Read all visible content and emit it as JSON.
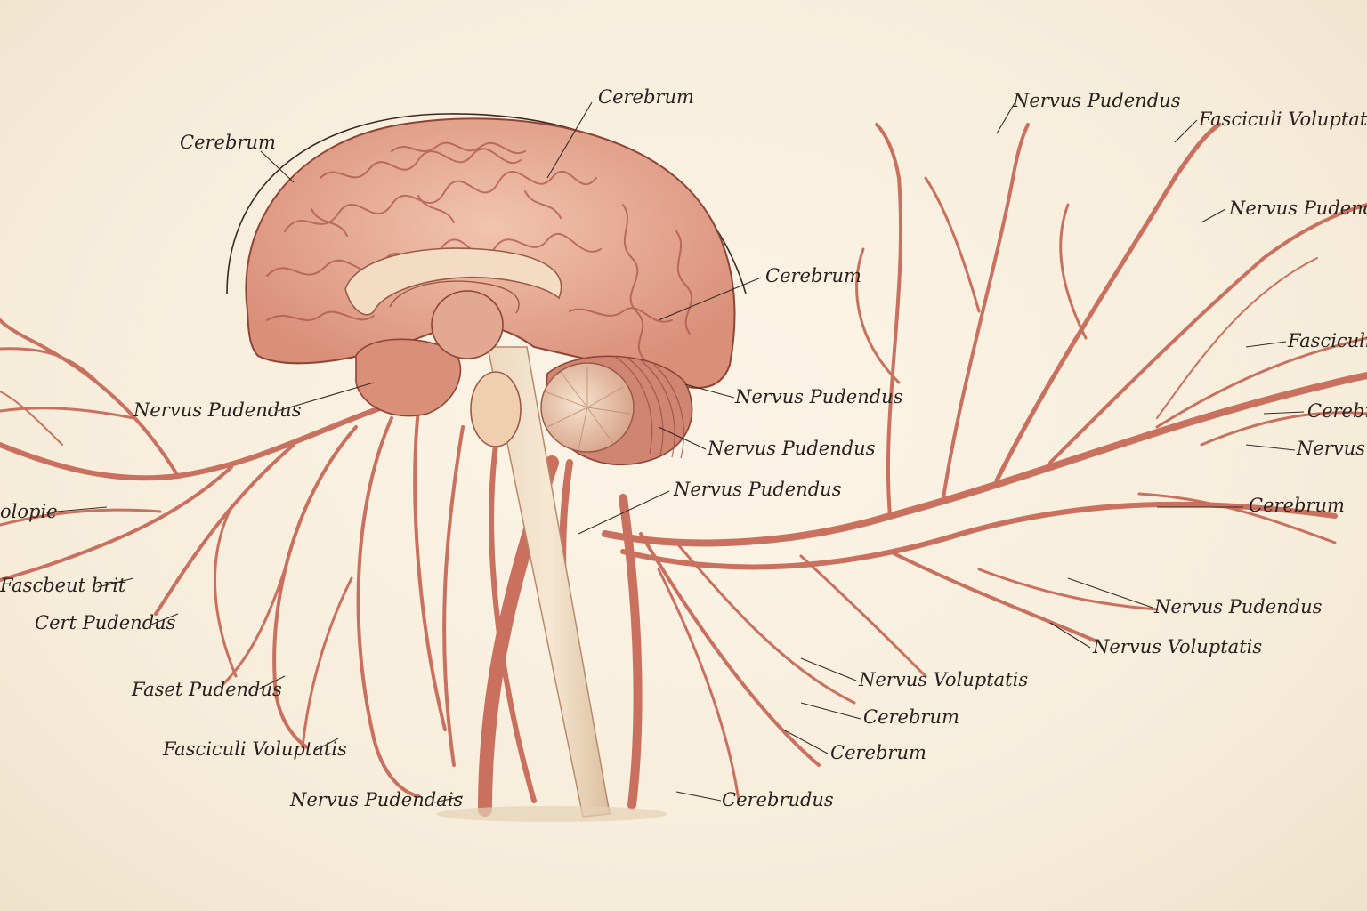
{
  "colors": {
    "paper": "#f8efdf",
    "nerve": "#c9705f",
    "nerve_dark": "#8e4437",
    "brain": "#e3a18c",
    "ink": "#2b211d"
  },
  "labels": {
    "cerebrum_top": "Cerebrum",
    "cerebrum_left": "Cerebrum",
    "cerebrum_mid": "Cerebrum",
    "nervus_pudendus_top_right": "Nervus Pudendus",
    "fasciculi_voluptatis_top_right": "Fasciculi Voluptatis",
    "nervus_pudendus_right_1": "Nervus Pudendus",
    "fasciculi_right_cut": "Fasciculi V",
    "cerebr_right_cut": "Cerebr",
    "nervus_right_cut": "Nervus P",
    "cerebrum_right": "Cerebrum",
    "nervus_pudendus_right_2": "Nervus Pudendus",
    "nervus_voluptatis_right": "Nervus Voluptatis",
    "nervus_pudendus_cerebellum_1": "Nervus Pudendus",
    "nervus_pudendus_cerebellum_2": "Nervus Pudendus",
    "nervus_pudendus_stem": "Nervus Pudendus",
    "nervus_voluptatis_low": "Nervus Voluptatis",
    "cerebrum_low_1": "Cerebrum",
    "cerebrum_low_2": "Cerebrum",
    "cerebrudus": "Cerebrudus",
    "nervus_pudendais": "Nervus Pudendais",
    "fasciculi_voluptatis_left": "Fasciculi Voluptatis",
    "faset_pudendus": "Faset Pudendus",
    "cert_pudendus": "Cert Pudendus",
    "fascbeut_brit": "Fascbeut brit",
    "volopie_cut": "olopie",
    "nervus_pudendus_left": "Nervus Pudendus"
  }
}
